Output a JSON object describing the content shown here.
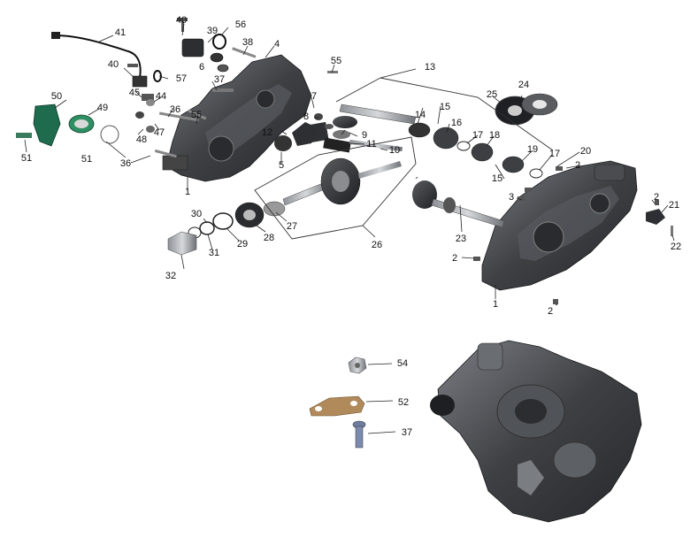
{
  "diagram": {
    "callouts": [
      "1",
      "2",
      "3",
      "4",
      "5",
      "6",
      "7",
      "8",
      "9",
      "10",
      "11",
      "12",
      "13",
      "14",
      "15",
      "16",
      "17",
      "18",
      "19",
      "20",
      "21",
      "22",
      "23",
      "24",
      "25",
      "26",
      "27",
      "28",
      "29",
      "30",
      "31",
      "32",
      "36",
      "37",
      "38",
      "39",
      "40",
      "41",
      "42",
      "44",
      "45",
      "46",
      "47",
      "48",
      "49",
      "50",
      "51",
      "52",
      "54",
      "55",
      "56",
      "57"
    ]
  },
  "colors": {
    "casing_dark": "#3a3c40",
    "casing_mid": "#6b6e73",
    "metal_light": "#b8bbc0",
    "bracket_green": "#1f6b4e",
    "plate_bronze": "#b08a5a",
    "leader": "#222222"
  }
}
